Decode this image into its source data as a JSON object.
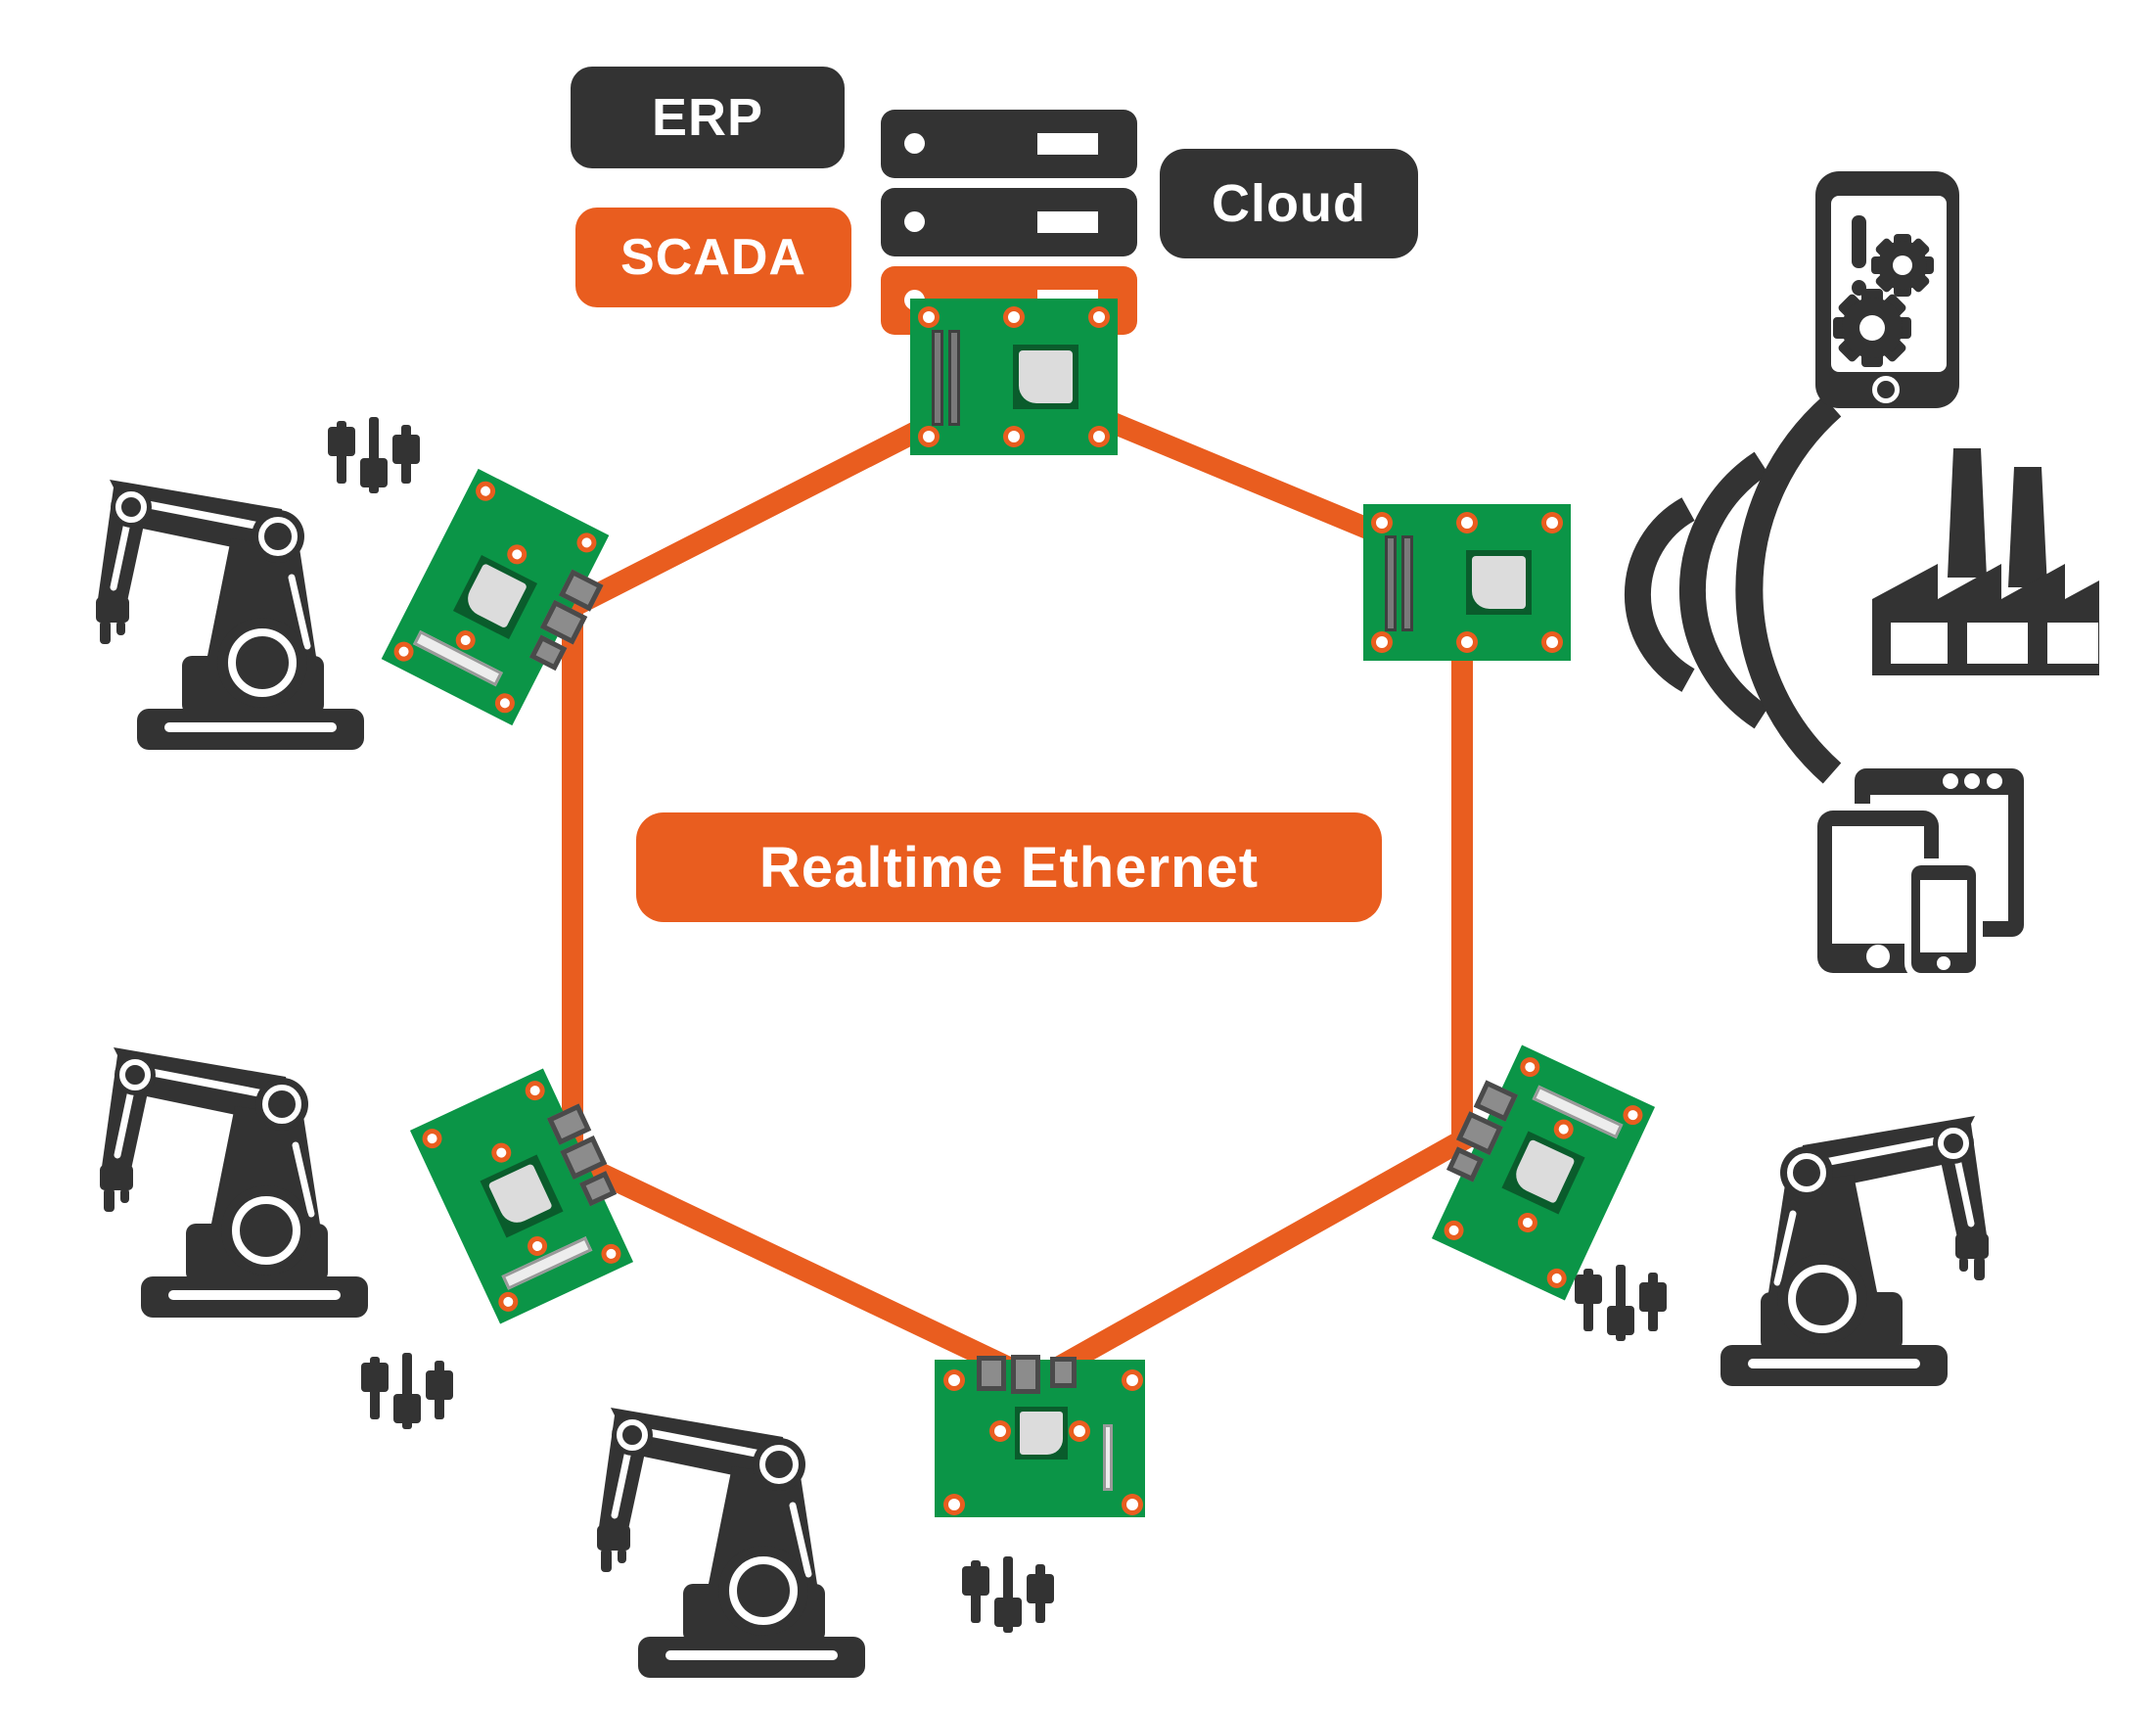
{
  "diagram": {
    "badges": {
      "erp": "ERP",
      "scada": "SCADA",
      "cloud": "Cloud"
    },
    "ring_label": "Realtime Ethernet",
    "pcb_node_count": 6,
    "robot_arm_count": 4
  },
  "colors": {
    "orange": "#E95D1F",
    "dark": "#333333",
    "board_green": "#0B9547",
    "chip_pad_green": "#0A5C2C",
    "chip_gray": "#DCDCDC",
    "connector_gray": "#8C8C8C",
    "connector_edge": "#4A4A4A",
    "slot_light": "#EDEDED",
    "slot_edge": "#999999"
  },
  "icons": [
    "server-stack-icon",
    "pcb-module-icon",
    "robot-arm-icon",
    "sliders-icon",
    "smartphone-gears-icon",
    "wifi-signal-icon",
    "factory-icon",
    "responsive-devices-icon"
  ]
}
